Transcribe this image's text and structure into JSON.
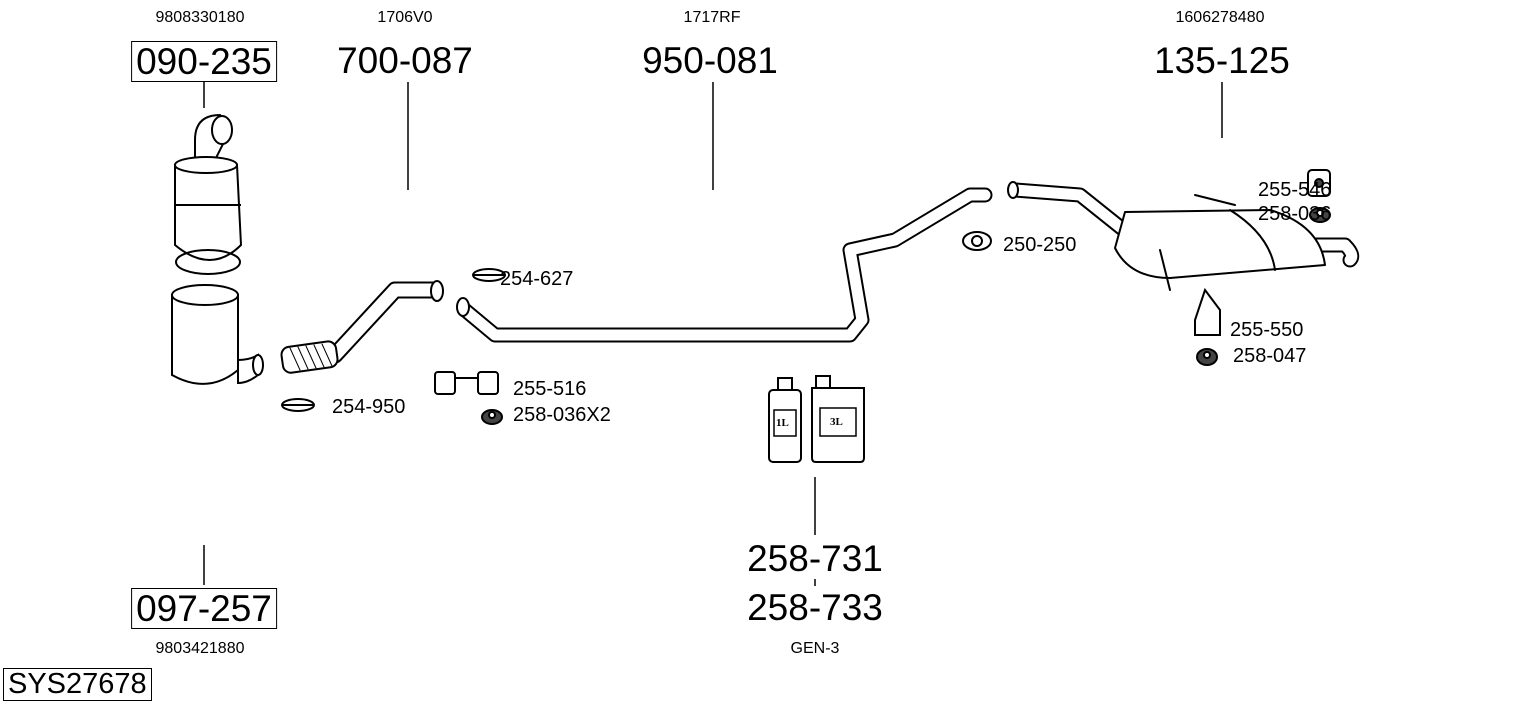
{
  "system_code": "SYS27678",
  "parts": {
    "cat": {
      "oe": "9808330180",
      "number": "090-235"
    },
    "front_pipe": {
      "oe": "1706V0",
      "number": "700-087"
    },
    "middle_pipe": {
      "oe": "1717RF",
      "number": "950-081"
    },
    "rear_silencer": {
      "oe": "1606278480",
      "number": "135-125"
    },
    "dpf": {
      "oe": "9803421880",
      "number": "097-257"
    },
    "additive": {
      "numbers": [
        "258-731",
        "258-733"
      ],
      "note": "GEN-3",
      "bottle_small": "1L",
      "bottle_large": "3L"
    }
  },
  "accessories": {
    "a1": "255-546",
    "a2": "258-036",
    "a3": "250-250",
    "a4": "254-627",
    "a5": "255-550",
    "a6": "258-047",
    "a7": "255-516",
    "a8": "258-036X2",
    "a9": "254-950"
  }
}
